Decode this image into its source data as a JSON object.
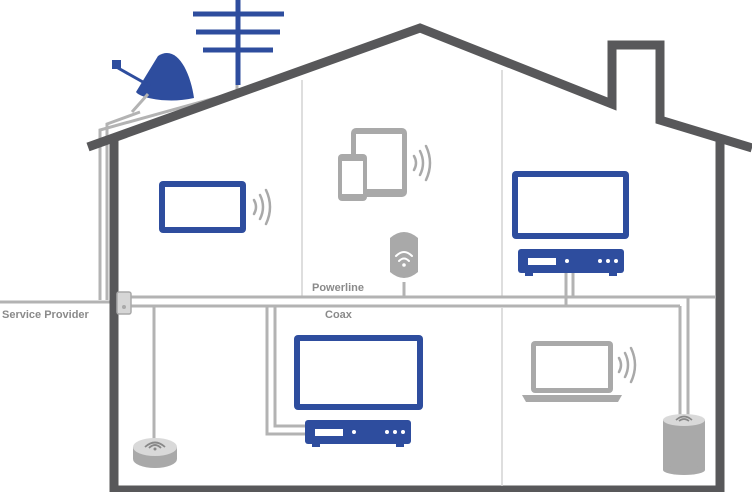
{
  "labels": {
    "service_provider": "Service Provider",
    "powerline": "Powerline",
    "coax": "Coax"
  },
  "colors": {
    "house_outline": "#58585a",
    "device_blue": "#2e4d9e",
    "device_gray": "#a9a9a9",
    "cable_gray": "#b3b3b3",
    "text_gray": "#8a8a8a"
  },
  "icons": [
    "satellite-dish-icon",
    "tv-antenna-icon",
    "tablet-icon",
    "smartphone-icon",
    "monitor-icon",
    "tv-icon",
    "set-top-box-icon",
    "smart-speaker-icon",
    "laptop-icon",
    "wifi-adapter-icon",
    "wifi-waves-icon"
  ]
}
